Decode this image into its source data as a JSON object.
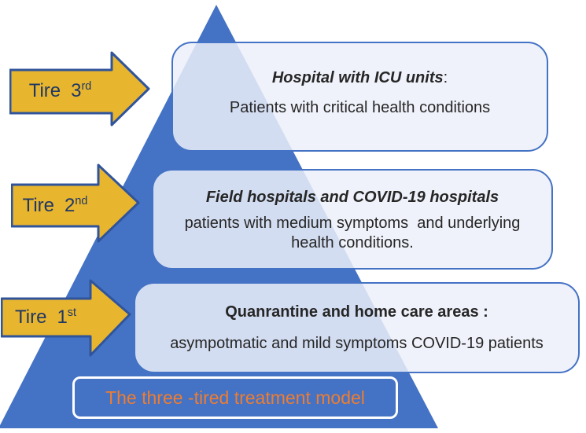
{
  "figure": {
    "banner": {
      "label": "The three -tired treatment model"
    },
    "arrows": [
      {
        "label": "Tire",
        "number": "3",
        "ordinal": "rd"
      },
      {
        "label": "Tire",
        "number": "2",
        "ordinal": "nd"
      },
      {
        "label": "Tire",
        "number": "1",
        "ordinal": "st"
      }
    ],
    "tiers": [
      {
        "title": "Hospital with ICU units",
        "colon": ":",
        "body": "Patients with critical health conditions"
      },
      {
        "title": "Field hospitals and COVID-19 hospitals",
        "colon": "",
        "body": "patients with medium symptoms  and underlying\nhealth conditions."
      },
      {
        "title": "Quanrantine and home care areas :",
        "colon": "",
        "body": "asympotmatic and mild symptoms COVID-19 patients"
      }
    ],
    "colors": {
      "triangle": "#4472C4",
      "box-border": "#4472C4",
      "arrow-fill": "#E8B52F",
      "arrow-border": "#30549B",
      "arrow-text": "#1F3864",
      "banner-fill": "#4472C4",
      "banner-border": "#FFFFFF",
      "banner-text": "#ED7D31",
      "body-text": "#262626"
    }
  }
}
